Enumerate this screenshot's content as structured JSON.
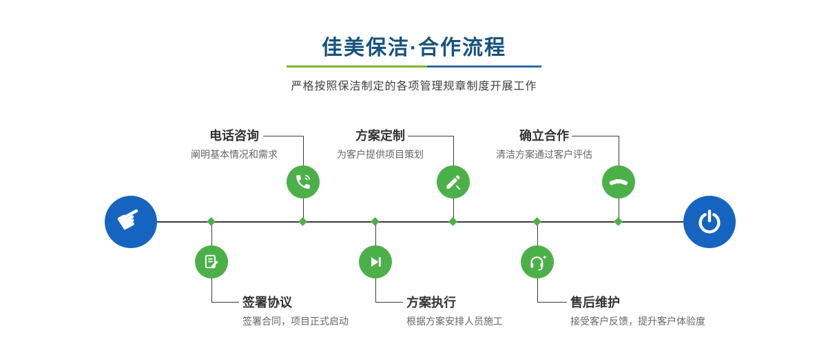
{
  "header": {
    "title": "佳美保洁·合作流程",
    "subtitle": "严格按照保洁制定的各项管理规章制度开展工作"
  },
  "timeline": {
    "start_icon": "hand-pointer-icon",
    "end_icon": "power-icon"
  },
  "icons": {
    "hand_pointer_glyph": "☛"
  },
  "steps": {
    "top": [
      {
        "label": "电话咨询",
        "desc": "阐明基本情况和需求",
        "icon": "phone-icon"
      },
      {
        "label": "方案定制",
        "desc": "为客户提供项目策划",
        "icon": "pencil-icon"
      },
      {
        "label": "确立合作",
        "desc": "清洁方案通过客户评估",
        "icon": "handshake-icon"
      }
    ],
    "bottom": [
      {
        "label": "签署协议",
        "desc": "签署合同，项目正式启动",
        "icon": "contract-icon"
      },
      {
        "label": "方案执行",
        "desc": "根据方案安排人员施工",
        "icon": "play-icon"
      },
      {
        "label": "售后维护",
        "desc": "接受客户反馈，提升客户体验度",
        "icon": "headset-icon"
      }
    ]
  },
  "colors": {
    "accent_green": "#4cb049",
    "accent_blue": "#1565c0",
    "title_color": "#16527e",
    "line_color": "#3a3a3a"
  }
}
